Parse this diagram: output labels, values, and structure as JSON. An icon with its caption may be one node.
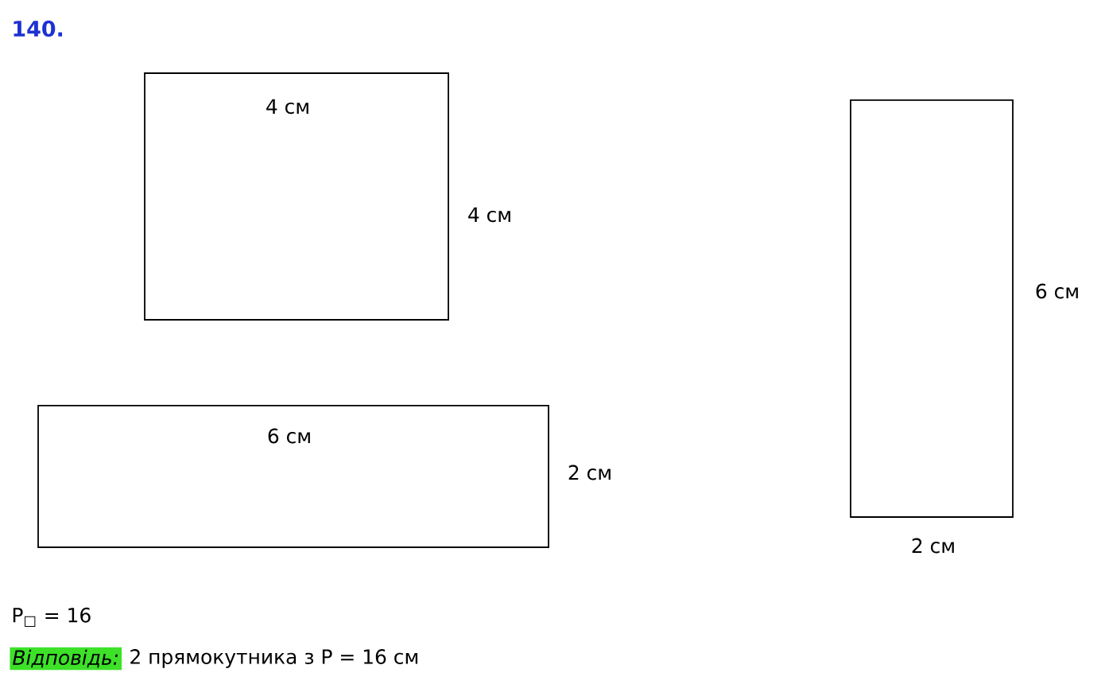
{
  "diagram": {
    "title": "140.",
    "nodes": [
      {
        "text": [
          "4 см"
        ],
        "beside": [
          "4 см"
        ]
      },
      {
        "text": [
          "6 см"
        ],
        "beside": [
          "2 см"
        ]
      },
      {
        "text": [],
        "shape": "box",
        "beside": [
          "6 см",
          "2 см"
        ]
      }
    ],
    "labels": [
      "P$_{□}$ = 16",
      "Відповідь:",
      "2 прямокутника з Р = 16 см"
    ]
  }
}
